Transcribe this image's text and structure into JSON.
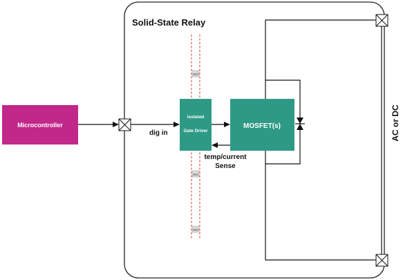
{
  "diagram": {
    "title": "Solid-State Relay",
    "microcontroller_label": "Microcontroller",
    "gate_driver_line1": "isolated",
    "gate_driver_line2": "Gate Driver",
    "mosfet_label": "MOSFET(s)",
    "dig_in_label": "dig in",
    "sense_line1": "temp/current",
    "sense_line2": "Sense",
    "load_label": "AC or DC",
    "isolation_tag": "ISO",
    "colors": {
      "microcontroller": "#c2278a",
      "driver": "#2e9a86",
      "mosfet": "#2e9a86",
      "isolation_line": "#e8453c"
    }
  }
}
